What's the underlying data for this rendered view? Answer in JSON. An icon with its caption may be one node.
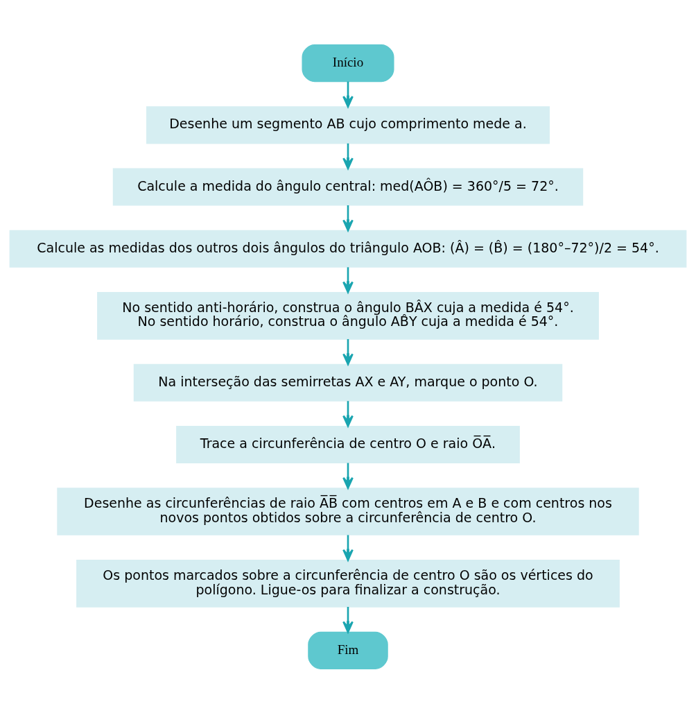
{
  "diagram": {
    "nodes": [
      {
        "text": [
          "Início"
        ]
      },
      {
        "text": [
          "Desenhe um segmento AB cujo comprimento mede a."
        ]
      },
      {
        "text": [
          "Calcule a medida do ângulo central: med(AÔB) = 360°/5 = 72°."
        ]
      },
      {
        "text": [
          "Calcule as medidas dos outros dois ângulos do triângulo AOB: (Â) = (B̂) = (180°–72°)/2 = 54°."
        ]
      },
      {
        "text": [
          "No sentido anti-horário, construa o ângulo BÂX cuja a medida é 54°.",
          "No sentido horário, construa o ângulo AB̂Y cuja a medida é 54°."
        ]
      },
      {
        "text": [
          "Na interseção das semirretas AX e AY, marque o ponto O."
        ]
      },
      {
        "text": [
          "Trace a circunferência de centro O e raio O̅A̅."
        ]
      },
      {
        "text": [
          "Desenhe as circunferências de raio A̅B̅ com centros em A e B e com centros nos novos pontos obtidos sobre a circunferência de centro O."
        ]
      },
      {
        "text": [
          "Os pontos marcados sobre a circunferência de centro O são os vértices do polígono. Ligue-os para finalizar a construção."
        ]
      },
      {
        "text": [
          "Fim"
        ]
      }
    ],
    "edges": [
      {
        "from": 0,
        "to": 1,
        "arrow": "to"
      },
      {
        "from": 1,
        "to": 2,
        "arrow": "to"
      },
      {
        "from": 2,
        "to": 3,
        "arrow": "to"
      },
      {
        "from": 3,
        "to": 4,
        "arrow": "to"
      },
      {
        "from": 4,
        "to": 5,
        "arrow": "to"
      },
      {
        "from": 5,
        "to": 6,
        "arrow": "to"
      },
      {
        "from": 6,
        "to": 7,
        "arrow": "to"
      },
      {
        "from": 7,
        "to": 8,
        "arrow": "to"
      },
      {
        "from": 8,
        "to": 9,
        "arrow": "to"
      }
    ]
  }
}
